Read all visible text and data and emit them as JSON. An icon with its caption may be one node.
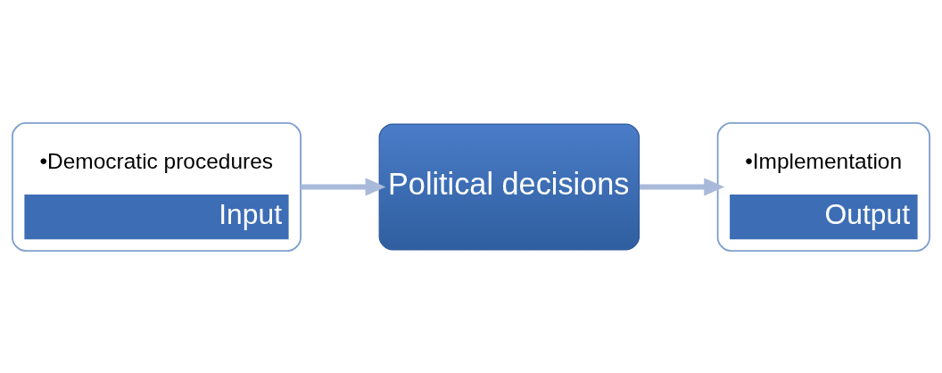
{
  "diagram": {
    "nodes": [
      {
        "text": [
          "•Democratic procedures",
          "Input"
        ]
      },
      {
        "text": [
          "Political decisions"
        ]
      },
      {
        "text": [
          "•Implementation",
          "Output"
        ]
      }
    ],
    "edges": [
      {
        "from": 0,
        "to": 1,
        "arrow": "to"
      },
      {
        "from": 1,
        "to": 2,
        "arrow": "to"
      }
    ]
  }
}
